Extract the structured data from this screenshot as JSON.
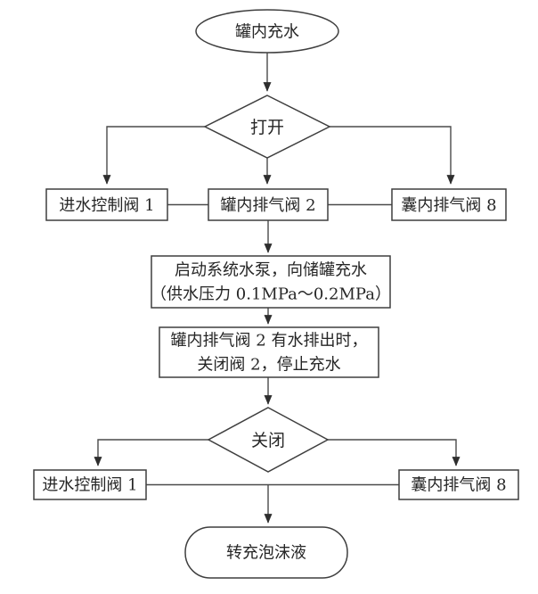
{
  "flowchart": {
    "background": "#ffffff",
    "stroke_color": "#3f3f3f",
    "text_color": "#262626",
    "nodes": {
      "start": {
        "type": "terminator",
        "label": "罐内充水"
      },
      "open_decision": {
        "type": "decision",
        "label": "打开"
      },
      "inlet_valve_top": {
        "type": "process",
        "label": "进水控制阀 1"
      },
      "tank_exhaust_valve_top": {
        "type": "process",
        "label": "罐内排气阀 2"
      },
      "bladder_exhaust_valve_top": {
        "type": "process",
        "label": "囊内排气阀 8"
      },
      "start_pump": {
        "type": "process",
        "line1": "启动系统水泵，向储罐充水",
        "line2": "（供水压力 0.1MPa～0.2MPa）"
      },
      "stop_filling": {
        "type": "process",
        "line1": "罐内排气阀 2 有水排出时，",
        "line2": "关闭阀 2，停止充水"
      },
      "close_decision": {
        "type": "decision",
        "label": "关闭"
      },
      "inlet_valve_bottom": {
        "type": "process",
        "label": "进水控制阀 1"
      },
      "bladder_exhaust_valve_bottom": {
        "type": "process",
        "label": "囊内排气阀 8"
      },
      "end": {
        "type": "terminator",
        "label": "转充泡沫液"
      }
    }
  }
}
